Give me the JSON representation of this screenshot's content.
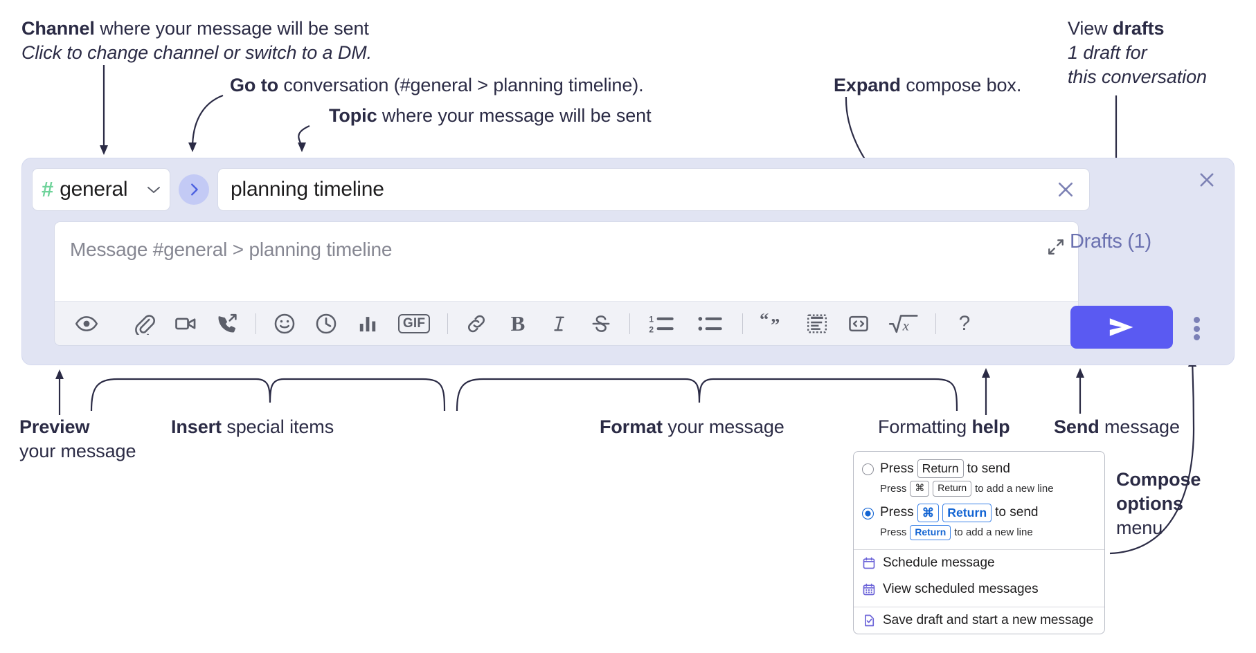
{
  "annotations": {
    "channel": {
      "bold": "Channel",
      "rest": " where your message will be sent",
      "italic": "Click to change channel or switch to a DM."
    },
    "goto": {
      "bold": "Go to",
      "rest": " conversation (#general > planning timeline)."
    },
    "topic": {
      "bold": "Topic",
      "rest": " where your message will be sent"
    },
    "expand": {
      "bold": "Expand",
      "rest": " compose box."
    },
    "drafts": {
      "lead": "View ",
      "bold": "drafts",
      "italic1": "1 draft for",
      "italic2": "this conversation"
    },
    "preview": {
      "bold": "Preview",
      "rest": "your message"
    },
    "insert": {
      "bold": "Insert",
      "rest": " special items"
    },
    "format": {
      "bold": "Format",
      "rest": " your message"
    },
    "help": {
      "lead": "Formatting ",
      "bold": "help"
    },
    "send": {
      "bold": "Send",
      "rest": " message"
    },
    "compose_options": {
      "bold1": "Compose",
      "bold2": "options",
      "rest": "menu"
    }
  },
  "compose": {
    "channel": {
      "hash": "#",
      "name": "general",
      "icon": "hash-icon",
      "chevron": "chevron-down-icon"
    },
    "goto_button": {
      "icon": "chevron-right-icon"
    },
    "topic": {
      "value": "planning timeline",
      "clear_icon": "close-icon"
    },
    "message": {
      "placeholder": "Message #general > planning timeline",
      "expand_icon": "expand-icon"
    },
    "panel_close_icon": "close-icon",
    "drafts_label": "Drafts (1)",
    "send_button": {
      "icon": "send-icon",
      "label": ""
    },
    "kebab": {
      "icon": "overflow-menu-icon"
    },
    "toolbar": [
      {
        "name": "preview-button",
        "icon": "eye-icon",
        "group": "insert-left"
      },
      {
        "name": "attach-file-button",
        "icon": "paperclip-icon",
        "group": "insert"
      },
      {
        "name": "video-clip-button",
        "icon": "video-camera-icon",
        "group": "insert"
      },
      {
        "name": "audio-clip-button",
        "icon": "phone-forward-icon",
        "group": "insert"
      },
      {
        "name": "emoji-button",
        "icon": "smiley-icon",
        "group": "insert"
      },
      {
        "name": "reminder-button",
        "icon": "clock-icon",
        "group": "insert"
      },
      {
        "name": "poll-button",
        "icon": "bar-chart-icon",
        "group": "insert"
      },
      {
        "name": "gif-button",
        "icon": "gif-icon",
        "label": "GIF",
        "group": "insert"
      },
      {
        "name": "link-button",
        "icon": "link-icon",
        "group": "format"
      },
      {
        "name": "bold-button",
        "icon": "bold-icon",
        "label": "B",
        "group": "format"
      },
      {
        "name": "italic-button",
        "icon": "italic-icon",
        "label": "I",
        "group": "format"
      },
      {
        "name": "strikethrough-button",
        "icon": "strikethrough-icon",
        "group": "format"
      },
      {
        "name": "ordered-list-button",
        "icon": "ordered-list-icon",
        "group": "format"
      },
      {
        "name": "bulleted-list-button",
        "icon": "bulleted-list-icon",
        "group": "format"
      },
      {
        "name": "blockquote-button",
        "icon": "quote-icon",
        "group": "format"
      },
      {
        "name": "code-block-button",
        "icon": "code-block-icon",
        "group": "format"
      },
      {
        "name": "code-button",
        "icon": "code-brackets-icon",
        "group": "format"
      },
      {
        "name": "math-button",
        "icon": "square-root-icon",
        "group": "format"
      },
      {
        "name": "formatting-help-button",
        "icon": "question-mark-icon",
        "label": "?",
        "group": "help"
      }
    ]
  },
  "menu": {
    "options": [
      {
        "selected": false,
        "main_pre": "Press",
        "main_key": "Return",
        "main_post": "to send",
        "sub_pre": "Press",
        "sub_key1": "⌘",
        "sub_key2": "Return",
        "sub_post": "to add a new line"
      },
      {
        "selected": true,
        "main_pre": "Press",
        "main_key1": "⌘",
        "main_key2": "Return",
        "main_post": "to send",
        "sub_pre": "Press",
        "sub_key": "Return",
        "sub_post": "to add a new line"
      }
    ],
    "items": [
      {
        "label": "Schedule message",
        "icon": "calendar-clock-icon"
      },
      {
        "label": "View scheduled messages",
        "icon": "calendar-grid-icon"
      },
      {
        "label": "Save draft and start a new message",
        "icon": "document-check-icon",
        "divider_before": true
      }
    ]
  },
  "colors": {
    "panel_bg": "#e1e4f3",
    "accent_send": "#5a5af2",
    "hash_green": "#6fd39a",
    "goto_circle": "#c3caf5",
    "drafts_text": "#6b71b0",
    "annotation_text": "#2b2b45",
    "toolbar_bg": "#f1f2f7",
    "radio_blue": "#1264d3"
  }
}
